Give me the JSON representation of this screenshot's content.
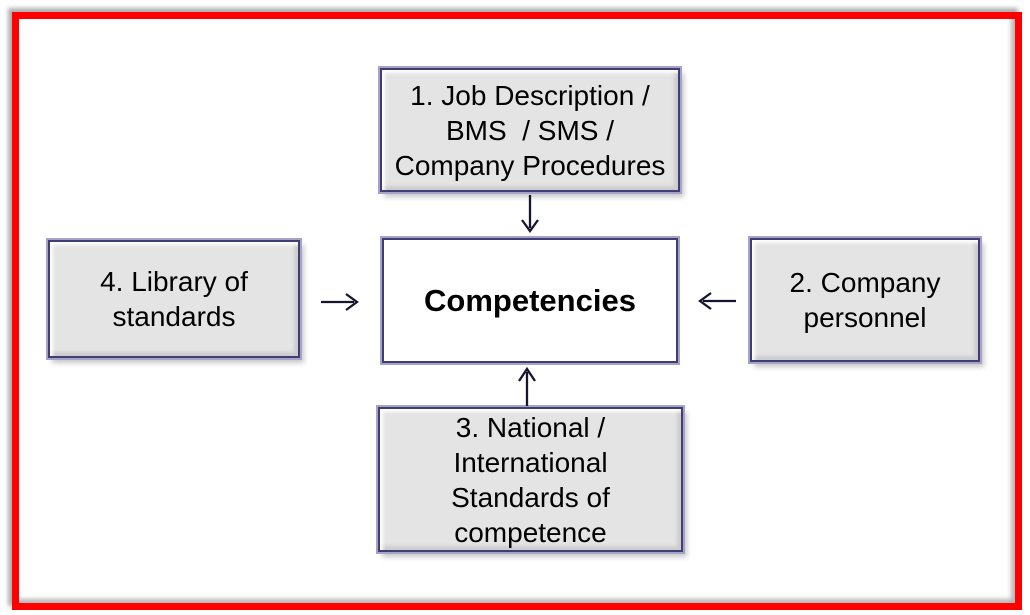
{
  "frame": {
    "border_color": "#ff0000"
  },
  "colors": {
    "box_fill": "#e4e4e4",
    "box_border": "#3f3d73",
    "box_border_outer": "#a5a4c6",
    "center_box_fill": "#ffffff",
    "arrow": "#15152e",
    "text": "#000000",
    "background": "#ffffff"
  },
  "boxes": {
    "top": {
      "text": "1. Job Description /\nBMS  / SMS /\nCompany Procedures"
    },
    "right": {
      "text": "2. Company\npersonnel"
    },
    "bottom": {
      "text": "3. National /\nInternational\nStandards of\ncompetence"
    },
    "left": {
      "text": "4. Library of\nstandards"
    },
    "center": {
      "text": "Competencies"
    }
  },
  "arrows": [
    {
      "icon": "arrow-down-icon",
      "from": "box-job-description",
      "to": "box-competencies",
      "direction": "down"
    },
    {
      "icon": "arrow-left-icon",
      "from": "box-company-personnel",
      "to": "box-competencies",
      "direction": "left"
    },
    {
      "icon": "arrow-up-icon",
      "from": "box-national-standards",
      "to": "box-competencies",
      "direction": "up"
    },
    {
      "icon": "arrow-right-icon",
      "from": "box-library-of-standards",
      "to": "box-competencies",
      "direction": "right"
    }
  ]
}
